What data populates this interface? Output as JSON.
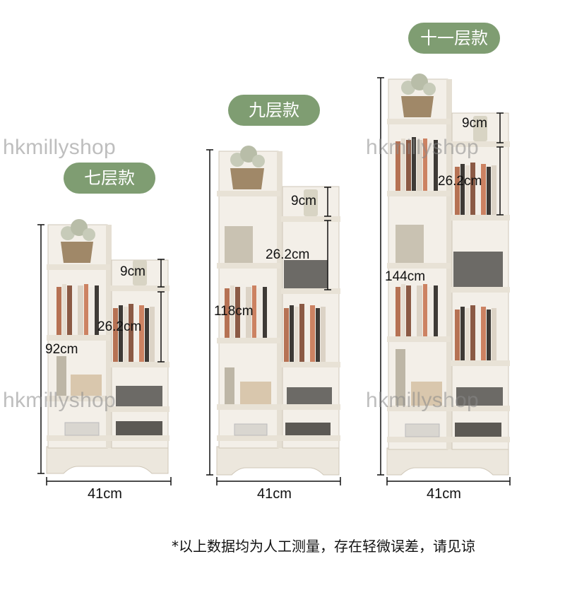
{
  "watermark": "hkmillyshop",
  "colors": {
    "badge": "#7f9d72",
    "shelf": "#ece7dd",
    "edge": "#cfc7b8"
  },
  "variants": [
    {
      "badge": "七层款",
      "height_label": "92cm",
      "gap_label": "9cm",
      "shelf_label": "26.2cm",
      "width_label": "41cm"
    },
    {
      "badge": "九层款",
      "height_label": "118cm",
      "gap_label": "9cm",
      "shelf_label": "26.2cm",
      "width_label": "41cm"
    },
    {
      "badge": "十一层款",
      "height_label": "144cm",
      "gap_label": "9cm",
      "shelf_label": "26.2cm",
      "width_label": "41cm"
    }
  ],
  "note": "*以上数据均为人工测量，存在轻微误差，请见谅"
}
